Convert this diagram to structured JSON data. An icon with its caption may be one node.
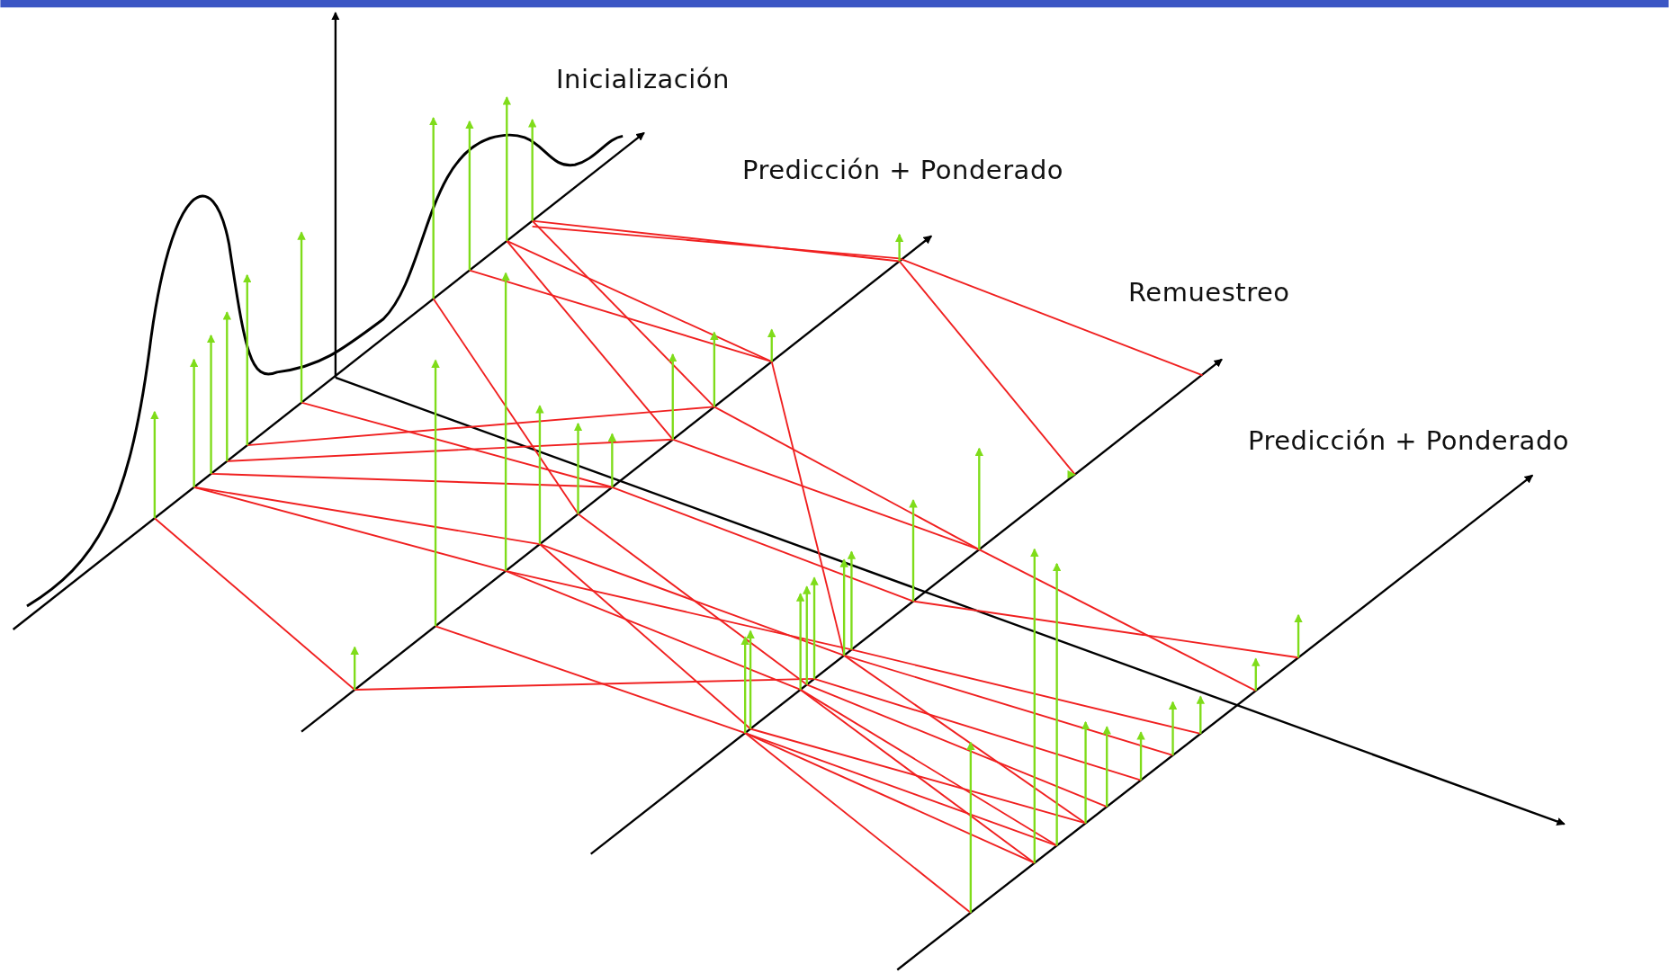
{
  "diagram": {
    "labels": [
      "Inicialización",
      "Predicción + Ponderado",
      "Remuestreo",
      "Predicción + Ponderado"
    ]
  }
}
